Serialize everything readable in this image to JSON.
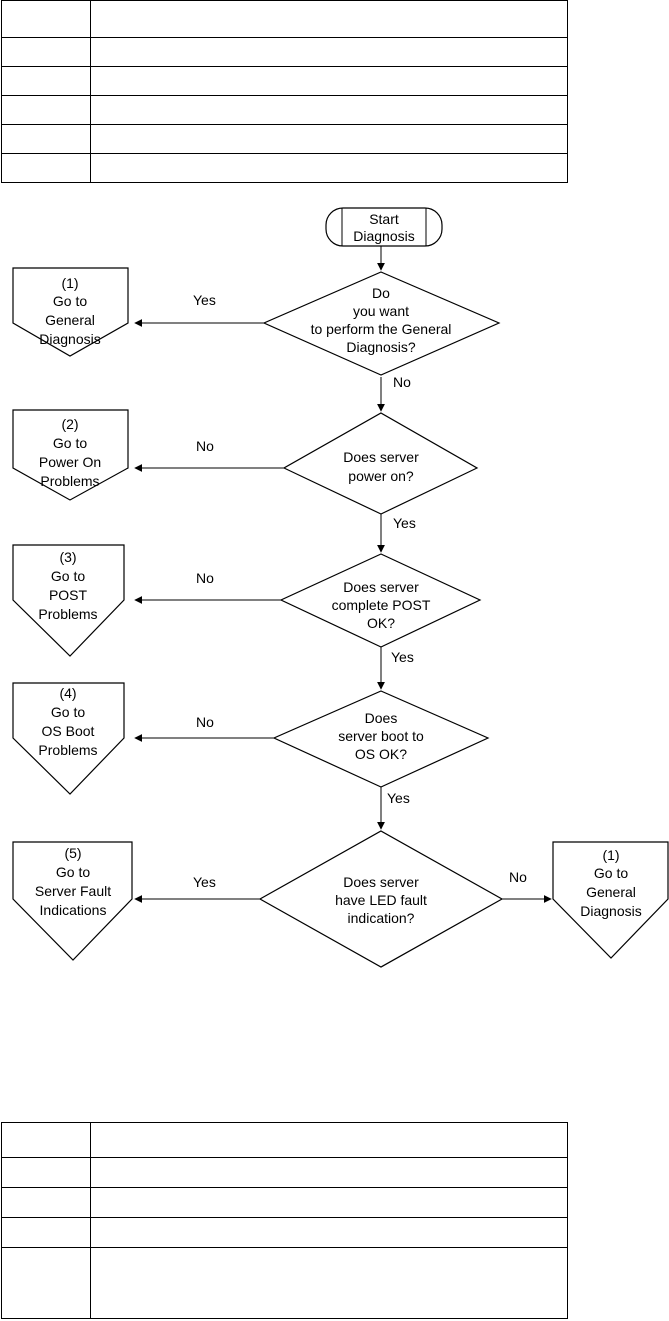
{
  "start": {
    "label_lines": [
      "Start",
      "Diagnosis"
    ]
  },
  "decisions": [
    {
      "id": "general",
      "lines": [
        "Do",
        "you want",
        "to perform the General",
        "Diagnosis?"
      ]
    },
    {
      "id": "power",
      "lines": [
        "Does server",
        "power on?"
      ]
    },
    {
      "id": "post",
      "lines": [
        "Does server",
        "complete POST",
        "OK?"
      ]
    },
    {
      "id": "boot",
      "lines": [
        "Does",
        "server boot to",
        "OS OK?"
      ]
    },
    {
      "id": "led",
      "lines": [
        "Does server",
        "have LED fault",
        "indication?"
      ]
    }
  ],
  "destinations": [
    {
      "id": "dest-general-1",
      "lines": [
        "(1)",
        "Go to",
        "General",
        "Diagnosis"
      ]
    },
    {
      "id": "dest-power",
      "lines": [
        "(2)",
        "Go to",
        "Power On",
        "Problems"
      ]
    },
    {
      "id": "dest-post",
      "lines": [
        "(3)",
        "Go to",
        "POST",
        "Problems"
      ]
    },
    {
      "id": "dest-os-boot",
      "lines": [
        "(4)",
        "Go to",
        "OS Boot",
        "Problems"
      ]
    },
    {
      "id": "dest-server-fault",
      "lines": [
        "(5)",
        "Go to",
        "Server Fault",
        "Indications"
      ]
    },
    {
      "id": "dest-general-2",
      "lines": [
        "(1)",
        "Go to",
        "General",
        "Diagnosis"
      ]
    }
  ],
  "edge_labels": {
    "general_yes": "Yes",
    "general_no": "No",
    "power_no": "No",
    "power_yes": "Yes",
    "post_no": "No",
    "post_yes": "Yes",
    "boot_no": "No",
    "boot_yes": "Yes",
    "led_yes": "Yes",
    "led_no": "No"
  }
}
